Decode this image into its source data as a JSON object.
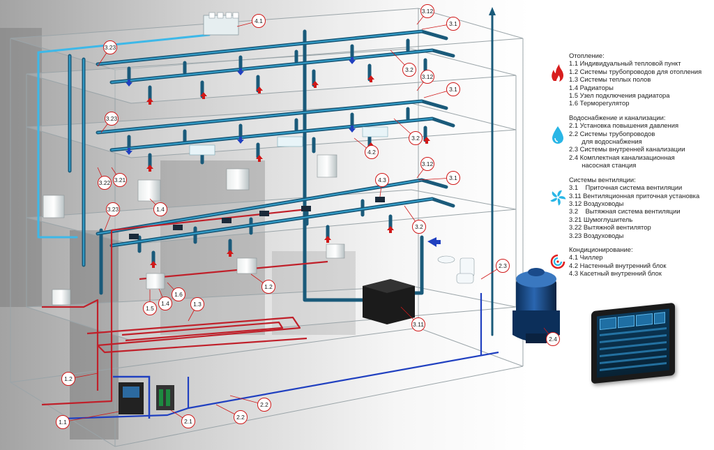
{
  "colors": {
    "supply_pipe": "#1a5a7a",
    "supply_pipe_highlight": "#3db8e8",
    "heating_pipe": "#c0202a",
    "water_pipe": "#2040c0",
    "callout_stroke": "#d01818",
    "box_edge": "#9aa4a8",
    "fire_icon": "#d81e1e",
    "water_icon": "#29b6e6",
    "fan_icon": "#29b6e6",
    "ac_icon": "#e02020"
  },
  "callouts": [
    {
      "id": "c-4-1",
      "label": "4.1"
    },
    {
      "id": "c-3-12-top",
      "label": "3.12"
    },
    {
      "id": "c-3-1-top",
      "label": "3.1"
    },
    {
      "id": "c-3-23-top",
      "label": "3.23"
    },
    {
      "id": "c-3-2-top",
      "label": "3.2"
    },
    {
      "id": "c-3-12-second",
      "label": "3.12"
    },
    {
      "id": "c-3-1-second",
      "label": "3.1"
    },
    {
      "id": "c-3-23-second",
      "label": "3.23"
    },
    {
      "id": "c-3-2-second",
      "label": "3.2"
    },
    {
      "id": "c-4-2",
      "label": "4.2"
    },
    {
      "id": "c-3-22",
      "label": "3.22"
    },
    {
      "id": "c-3-21",
      "label": "3.21"
    },
    {
      "id": "c-3-12-third",
      "label": "3.12"
    },
    {
      "id": "c-3-1-third",
      "label": "3.1"
    },
    {
      "id": "c-4-3",
      "label": "4.3"
    },
    {
      "id": "c-3-23-third",
      "label": "3.23"
    },
    {
      "id": "c-1-4-upper",
      "label": "1.4"
    },
    {
      "id": "c-3-2-third",
      "label": "3.2"
    },
    {
      "id": "c-2-3",
      "label": "2.3"
    },
    {
      "id": "c-1-2-mid",
      "label": "1.2"
    },
    {
      "id": "c-1-6",
      "label": "1.6"
    },
    {
      "id": "c-1-5",
      "label": "1.5"
    },
    {
      "id": "c-1-4-lower",
      "label": "1.4"
    },
    {
      "id": "c-1-3",
      "label": "1.3"
    },
    {
      "id": "c-3-11",
      "label": "3.11"
    },
    {
      "id": "c-2-4",
      "label": "2.4"
    },
    {
      "id": "c-1-2-low",
      "label": "1.2"
    },
    {
      "id": "c-2-2-right",
      "label": "2.2"
    },
    {
      "id": "c-2-2-left",
      "label": "2.2"
    },
    {
      "id": "c-2-1",
      "label": "2.1"
    },
    {
      "id": "c-1-1",
      "label": "1.1"
    }
  ],
  "legend": {
    "heating": {
      "icon": "fire-icon",
      "title": "Отопление:",
      "items": [
        "1.1 Индивидуальный тепловой пункт",
        "1.2 Системы трубопроводов для отопления",
        "1.3 Системы теплых полов",
        "1.4 Радиаторы",
        "1.5 Узел подключения радиатора",
        "1.6 Терморегулятор"
      ]
    },
    "water": {
      "icon": "water-drop-icon",
      "title": "Водоснабжение и канализации:",
      "items": [
        "2.1 Установка повышения давления",
        "2.2 Системы трубопроводов",
        "       для водоснабжения",
        "2.3 Системы внутренней канализации",
        "2.4 Комплектная канализационная",
        "       насосная станция"
      ]
    },
    "ventilation": {
      "icon": "fan-icon",
      "title": "Системы вентиляции:",
      "items": [
        "3.1    Приточная система вентиляции",
        "3.11 Вентиляционная приточная установка",
        "3.12 Воздуховоды",
        "3.2    Вытяжная система вентиляции",
        "3.21 Шумоглушитель",
        "3.22 Вытяжной вентилятор",
        "3.23 Воздуховоды"
      ]
    },
    "conditioning": {
      "icon": "air-conditioning-icon",
      "title": "Кондиционирование:",
      "items": [
        "4.1 Чиллер",
        "4.2 Настенный внутренний блок",
        "4.3 Касетный внутренний блок"
      ]
    }
  }
}
